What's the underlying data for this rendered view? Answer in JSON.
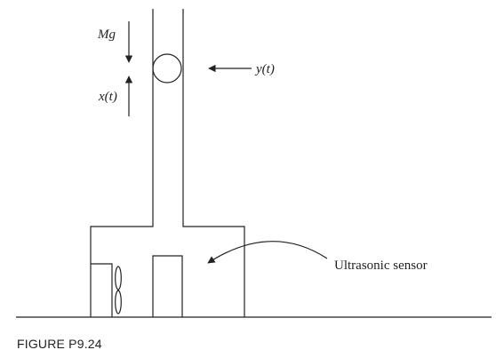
{
  "labels": {
    "force": "Mg",
    "position": "x(t)",
    "measurement": "y(t)",
    "sensor": "Ultrasonic sensor"
  },
  "caption": "FIGURE P9.24"
}
